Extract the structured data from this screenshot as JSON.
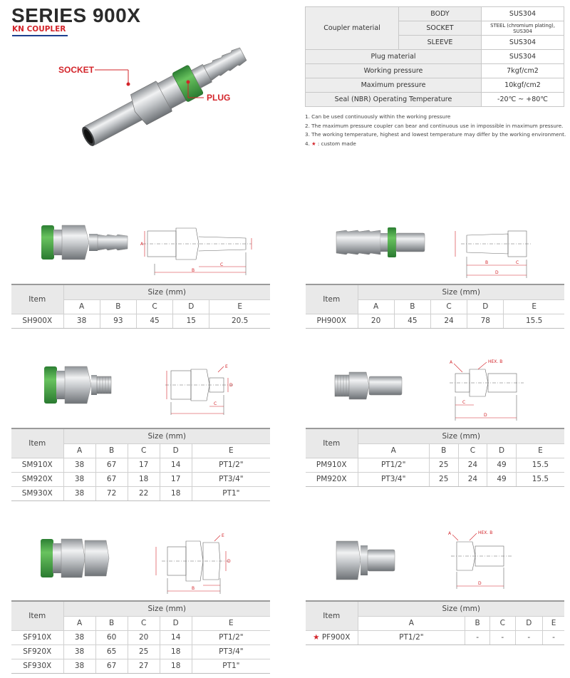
{
  "header": {
    "title": "SERIES 900X",
    "subtitle": "KN COUPLER",
    "callouts": {
      "socket": "SOCKET",
      "plug": "PLUG"
    }
  },
  "colors": {
    "accent_red": "#d3242a",
    "underline_blue": "#1d3f8f",
    "coupler_green": "#3aa845"
  },
  "spec_table": {
    "group_label": "Coupler material",
    "rows": [
      {
        "label": "BODY",
        "value": "SUS304"
      },
      {
        "label": "SOCKET",
        "value": "STEEL (chromium plating), SUS304"
      },
      {
        "label": "SLEEVE",
        "value": "SUS304"
      }
    ],
    "plug_material": {
      "label": "Plug material",
      "value": "SUS304"
    },
    "working_pressure": {
      "label": "Working pressure",
      "value": "7kgf/cm2"
    },
    "maximum_pressure": {
      "label": "Maximum pressure",
      "value": "10kgf/cm2"
    },
    "seal_temp": {
      "label": "Seal (NBR) Operating Temperature",
      "value": "-20℃ ~ +80℃"
    }
  },
  "notes": {
    "n1": "1. Can be used continuously within the working pressure",
    "n2": "2. The maximum pressure coupler can bear and continuous use in impossible in maximum pressure.",
    "n3": "3. The working temperature, highest and lowest temperature may differ by the working environment.",
    "n4_prefix": "4. ",
    "n4_star": "★",
    "n4_text": " : custom  made"
  },
  "table_headers": {
    "item": "Item",
    "size": "Size (mm)",
    "cols": [
      "A",
      "B",
      "C",
      "D",
      "E"
    ]
  },
  "tables": {
    "sh": {
      "rows": [
        {
          "item": "SH900X",
          "values": [
            "38",
            "93",
            "45",
            "15",
            "20.5"
          ]
        }
      ]
    },
    "ph": {
      "rows": [
        {
          "item": "PH900X",
          "values": [
            "20",
            "45",
            "24",
            "78",
            "15.5"
          ]
        }
      ]
    },
    "sm": {
      "rows": [
        {
          "item": "SM910X",
          "values": [
            "38",
            "67",
            "17",
            "14",
            "PT1/2\""
          ]
        },
        {
          "item": "SM920X",
          "values": [
            "38",
            "67",
            "18",
            "17",
            "PT3/4\""
          ]
        },
        {
          "item": "SM930X",
          "values": [
            "38",
            "72",
            "22",
            "18",
            "PT1\""
          ]
        }
      ]
    },
    "pm": {
      "rows": [
        {
          "item": "PM910X",
          "values": [
            "PT1/2\"",
            "25",
            "24",
            "49",
            "15.5"
          ]
        },
        {
          "item": "PM920X",
          "values": [
            "PT3/4\"",
            "25",
            "24",
            "49",
            "15.5"
          ]
        }
      ]
    },
    "sf": {
      "rows": [
        {
          "item": "SF910X",
          "values": [
            "38",
            "60",
            "20",
            "14",
            "PT1/2\""
          ]
        },
        {
          "item": "SF920X",
          "values": [
            "38",
            "65",
            "25",
            "18",
            "PT3/4\""
          ]
        },
        {
          "item": "SF930X",
          "values": [
            "38",
            "67",
            "27",
            "18",
            "PT1\""
          ]
        }
      ]
    },
    "pf": {
      "rows": [
        {
          "item_star": "★",
          "item": "PF900X",
          "values": [
            "PT1/2\"",
            "-",
            "-",
            "-",
            "-"
          ]
        }
      ]
    }
  },
  "drawing_labels": {
    "a": "A",
    "b": "B",
    "c": "C",
    "d": "D",
    "e": "E",
    "hex_b": "HEX. B"
  }
}
